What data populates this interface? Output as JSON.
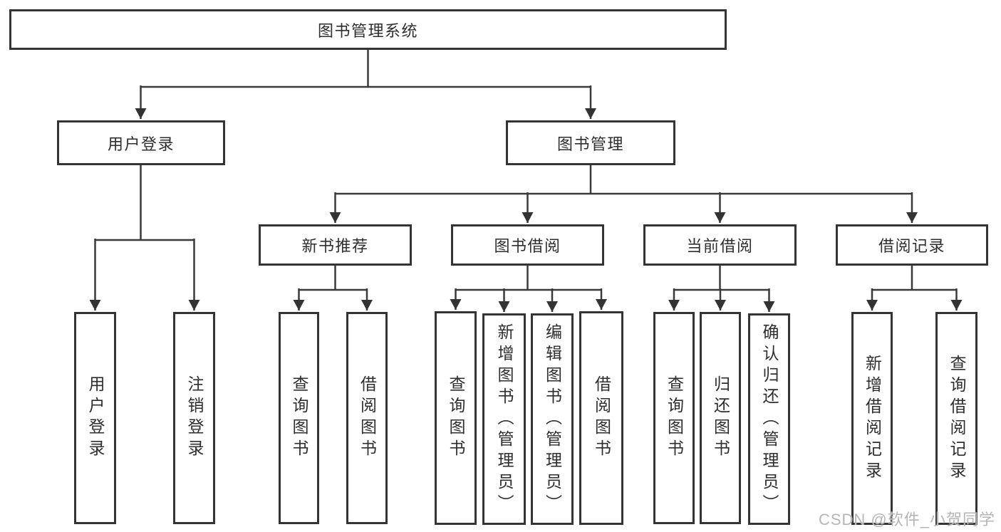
{
  "diagram": {
    "root": {
      "label": "图书管理系统"
    },
    "branches": [
      {
        "label": "用户登录",
        "children": [
          {
            "label": "用户登录"
          },
          {
            "label": "注销登录"
          }
        ]
      },
      {
        "label": "图书管理",
        "children": [
          {
            "label": "新书推荐",
            "children": [
              {
                "label": "查询图书"
              },
              {
                "label": "借阅图书"
              }
            ]
          },
          {
            "label": "图书借阅",
            "children": [
              {
                "label": "查询图书"
              },
              {
                "label": "新增图书（管理员）"
              },
              {
                "label": "编辑图书（管理员）"
              },
              {
                "label": "借阅图书"
              }
            ]
          },
          {
            "label": "当前借阅",
            "children": [
              {
                "label": "查询图书"
              },
              {
                "label": "归还图书"
              },
              {
                "label": "确认归还（管理员）"
              }
            ]
          },
          {
            "label": "借阅记录",
            "children": [
              {
                "label": "新增借阅记录"
              },
              {
                "label": "查询借阅记录"
              }
            ]
          }
        ]
      }
    ]
  },
  "watermark": {
    "text": "CSDN @软件_小贺同学"
  },
  "colors": {
    "line": "#3a3a3a",
    "border": "#343434",
    "text": "#2e2e2e",
    "watermark": "#b5b5b5",
    "background": "#ffffff"
  }
}
